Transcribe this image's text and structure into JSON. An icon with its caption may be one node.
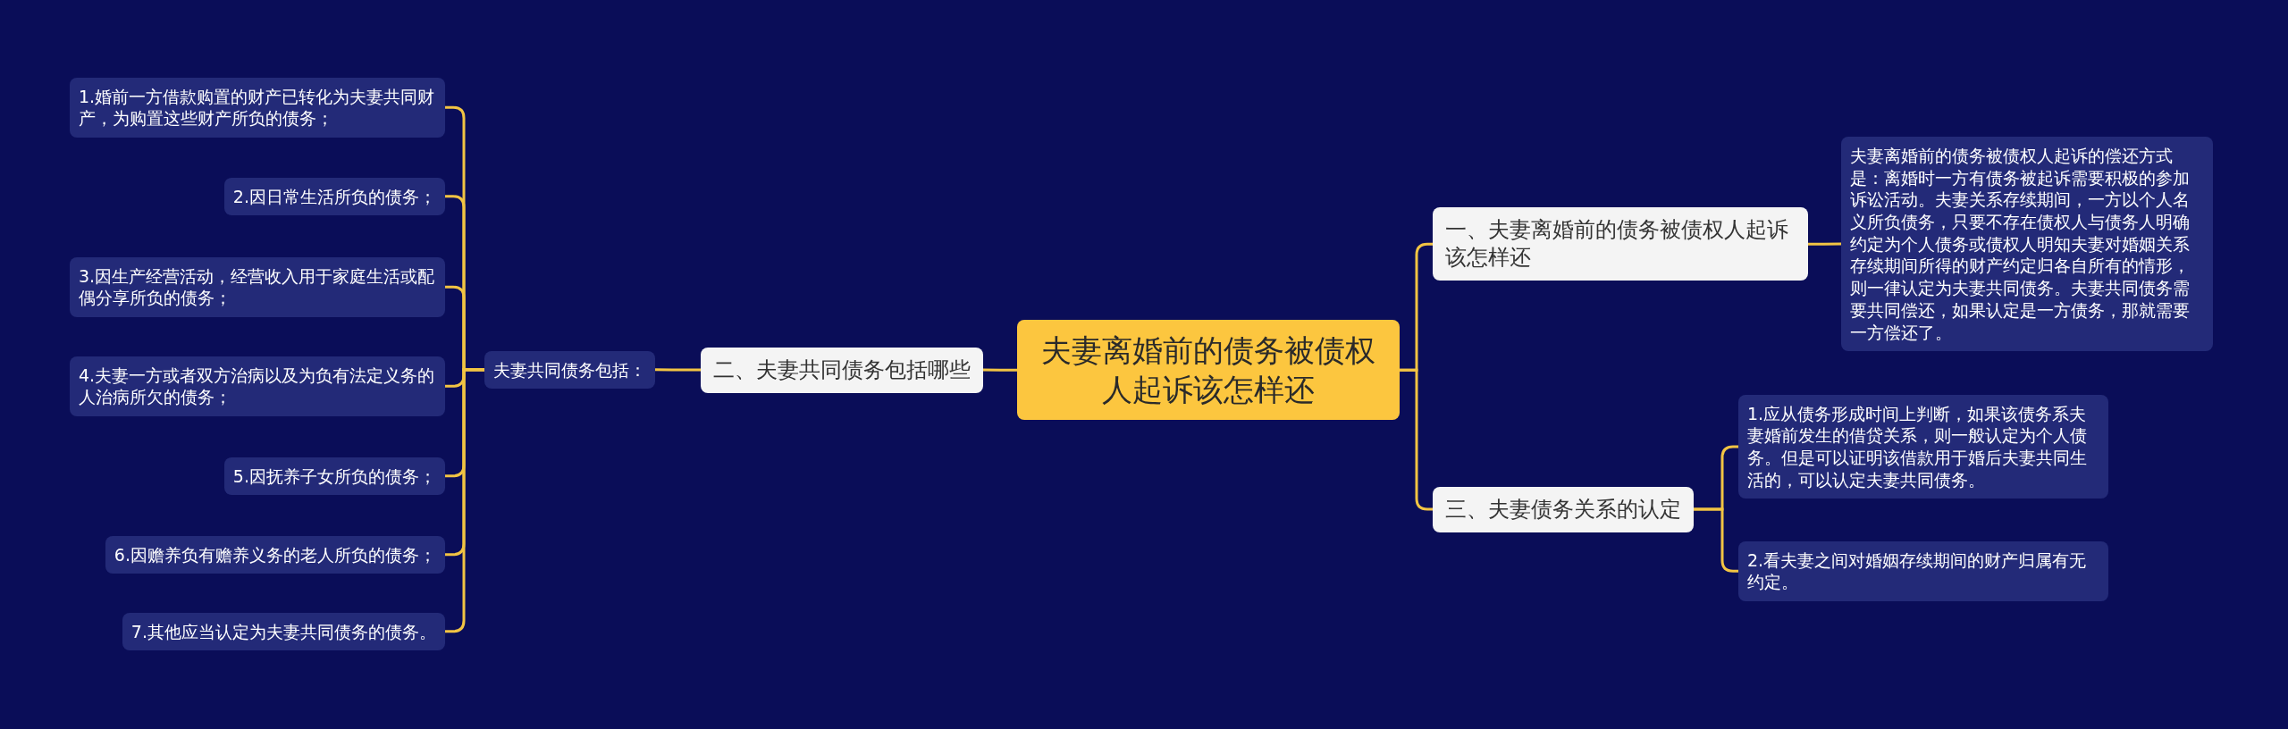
{
  "diagram": {
    "nodes": [
      {
        "text": [
          "夫妻离婚前的债务被债权人起诉该怎样还"
        ]
      },
      {
        "text": [
          "一、夫妻离婚前的债务被债权人起诉该怎样还"
        ]
      },
      {
        "text": [
          "夫妻离婚前的债务被债权人起诉的偿还方式是：离婚时一方有债务被起诉需要积极的参加诉讼活动。夫妻关系存续期间，一方以个人名义所负债务，只要不存在债权人与债务人明确约定为个人债务或债权人明知夫妻对婚姻关系存续期间所得的财产约定归各自所有的情形，则一律认定为夫妻共同债务。夫妻共同债务需要共同偿还，如果认定是一方债务，那就需要一方偿还了。"
        ]
      },
      {
        "text": [
          "三、夫妻债务关系的认定"
        ]
      },
      {
        "text": [
          "1.应从债务形成时间上判断，如果该债务系夫妻婚前发生的借贷关系，则一般认定为个人债务。但是可以证明该借款用于婚后夫妻共同生活的，可以认定夫妻共同债务。"
        ]
      },
      {
        "text": [
          "2.看夫妻之间对婚姻存续期间的财产归属有无约定。"
        ]
      },
      {
        "text": [
          "二、夫妻共同债务包括哪些"
        ]
      },
      {
        "text": [
          "夫妻共同债务包括："
        ]
      },
      {
        "text": [
          "1.婚前一方借款购置的财产已转化为夫妻共同财产，为购置这些财产所负的债务；"
        ]
      },
      {
        "text": [
          "2.因日常生活所负的债务；"
        ]
      },
      {
        "text": [
          "3.因生产经营活动，经营收入用于家庭生活或配偶分享所负的债务；"
        ]
      },
      {
        "text": [
          "4.夫妻一方或者双方治病以及为负有法定义务的人治病所欠的债务；"
        ]
      },
      {
        "text": [
          "5.因抚养子女所负的债务；"
        ]
      },
      {
        "text": [
          "6.因赡养负有赡养义务的老人所负的债务；"
        ]
      },
      {
        "text": [
          "7.其他应当认定为夫妻共同债务的债务。"
        ]
      }
    ],
    "edges": [
      {
        "from": 0,
        "to": 1,
        "arrow": "none"
      },
      {
        "from": 1,
        "to": 2,
        "arrow": "none"
      },
      {
        "from": 0,
        "to": 3,
        "arrow": "none"
      },
      {
        "from": 3,
        "to": 4,
        "arrow": "none"
      },
      {
        "from": 3,
        "to": 5,
        "arrow": "none"
      },
      {
        "from": 0,
        "to": 6,
        "arrow": "none"
      },
      {
        "from": 6,
        "to": 7,
        "arrow": "none"
      },
      {
        "from": 7,
        "to": 8,
        "arrow": "none"
      },
      {
        "from": 7,
        "to": 9,
        "arrow": "none"
      },
      {
        "from": 7,
        "to": 10,
        "arrow": "none"
      },
      {
        "from": 7,
        "to": 11,
        "arrow": "none"
      },
      {
        "from": 7,
        "to": 12,
        "arrow": "none"
      },
      {
        "from": 7,
        "to": 13,
        "arrow": "none"
      },
      {
        "from": 7,
        "to": 14,
        "arrow": "none"
      }
    ]
  }
}
